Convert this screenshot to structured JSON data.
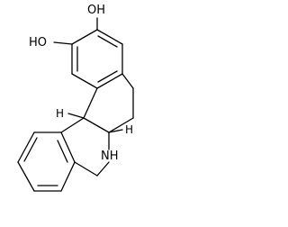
{
  "molecule": {
    "labels": {
      "oh_top": "OH",
      "ho_left": "HO",
      "h_stereo_upper": "H",
      "h_stereo_lower": "H",
      "nh": "NH"
    }
  }
}
